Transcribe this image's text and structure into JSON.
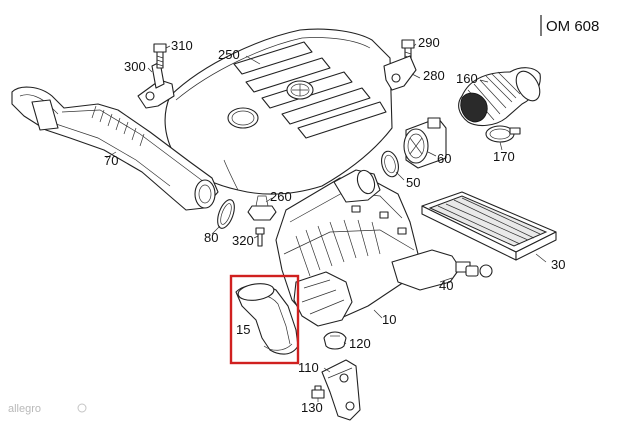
{
  "diagram": {
    "title": "OM 608",
    "highlight_color": "#d0201f",
    "highlighted_part": "15",
    "watermark": "allegro",
    "part_labels": {
      "p10": "10",
      "p15": "15",
      "p30": "30",
      "p40": "40",
      "p50": "50",
      "p60": "60",
      "p70": "70",
      "p80": "80",
      "p110": "110",
      "p120": "120",
      "p130": "130",
      "p160": "160",
      "p170": "170",
      "p250": "250",
      "p260": "260",
      "p280": "280",
      "p290": "290",
      "p300": "300",
      "p310": "310",
      "p320": "320"
    }
  }
}
